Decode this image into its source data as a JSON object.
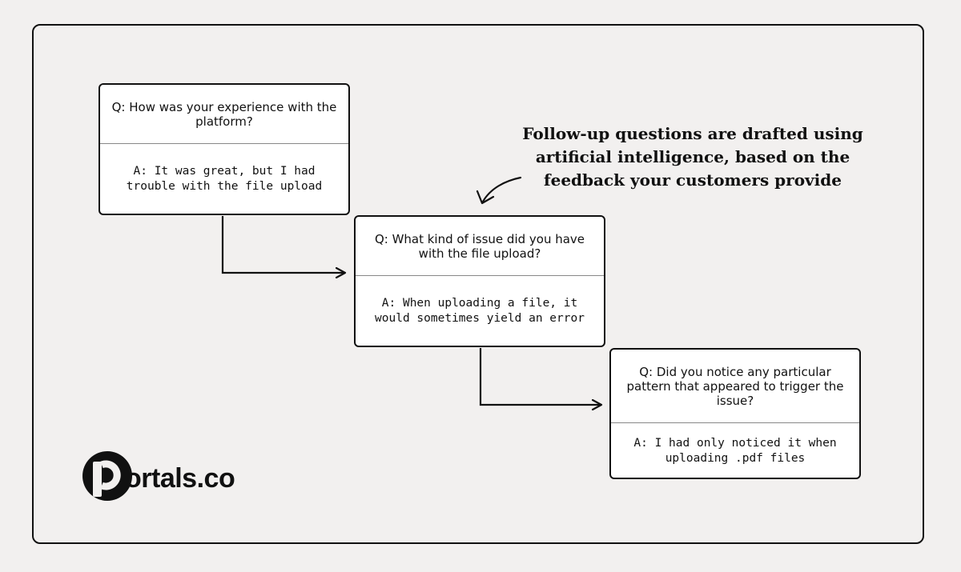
{
  "flow": {
    "cards": [
      {
        "question": "Q: How was your experience with the platform?",
        "answer": "A: It was great, but I had trouble with the file upload"
      },
      {
        "question": "Q: What kind of issue did you have with the file upload?",
        "answer": "A: When uploading a file, it would sometimes yield an error"
      },
      {
        "question": "Q: Did you notice any particular pattern that appeared to trigger the issue?",
        "answer": "A: I had only noticed it when uploading .pdf files"
      }
    ],
    "callout": "Follow-up questions are drafted using artificial intelligence, based on the feedback your customers provide"
  },
  "brand": {
    "logo_text": "ortals.co",
    "logo_icon": "portals-p-logo-icon"
  },
  "colors": {
    "background": "#f2f0ef",
    "ink": "#111111",
    "card": "#ffffff"
  }
}
